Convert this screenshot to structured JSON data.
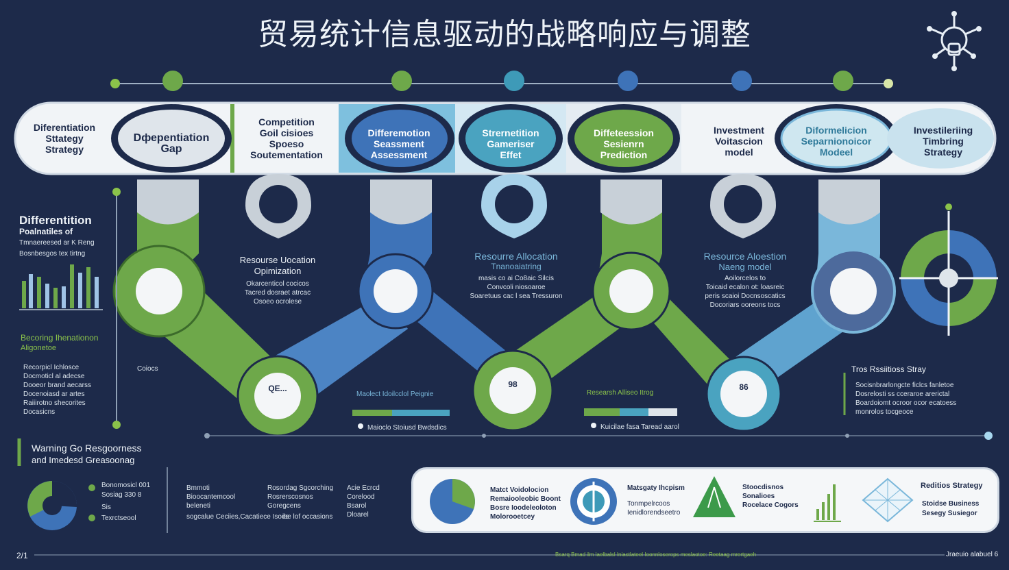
{
  "title": "贸易统计信息驱动的战略响应与调整",
  "band": [
    {
      "text": "Diferentiation\nSttategy\nStrategy",
      "light": false
    },
    {
      "text": "Dферentiation\nGap",
      "light": false
    },
    {
      "text": "Competition\nGoil cisioes\nSpoeso\nSoutementation",
      "light": false
    },
    {
      "text": "Differemotion\nSeassment\nAssessment",
      "light": true
    },
    {
      "text": "Strernetition\nGameriser\nEffet",
      "light": true
    },
    {
      "text": "Diffeteession\nSesienrn\nPrediction",
      "light": true
    },
    {
      "text": "Investment\nVoitascion\nmodel",
      "light": false
    },
    {
      "text": "Diformelicion\nSeparnionoicor\nModeel",
      "light": false
    },
    {
      "text": "Investileriing\nTimbring\nStrategy",
      "light": false
    }
  ],
  "left_panel": {
    "heading": "Differentition",
    "sub1": "Poalnatiles of",
    "sub2": "Tmnaereesed ar K Reng",
    "sub3": "Bosnbesgos tex tirtng",
    "bottom_label": "Becoring Ihenationon",
    "bottom_label2": "Aligonetoe",
    "notes": [
      "Recorpicl Ichlosce",
      "Docmoticl al adecse",
      "Dooeor brand aecarss",
      "Docenoiasd ar artes",
      "Raiiirotno shecorites",
      "Docasicns"
    ],
    "small_label": "Coiocs"
  },
  "mid_labels": {
    "l1_title": "Resourse Uocation\nOpimization",
    "l1_body": "Okarcenticol cocicos\nTacred dosraet atrcac\nOsoeo ocrolese",
    "l2_title": "Resourre Allocation",
    "l2_sub": "Tnanoaiatring",
    "l2_body": "masis co ai Co8aic Silcis\nConvcoli niosoaroe\nSoaretuus cac l sea Tressuron",
    "l3_title": "Resource Aloestion",
    "l3_sub": "Naeng model",
    "l3_body": "Aoilorcelos to\nToicaid ecalon ot: loasreic\nperis scaioi Docnsoscatics\nDocoriars ooreons tocs",
    "l4_title": "Tros Rssiitioss Stray",
    "l4_body": "Socisnbrarlongcte ficlcs fanletoe\nDosrelosti ss cceraroe arerictal\nBoardoiomt ocroor ocor ecatoess\nmonrolos tocgeoce",
    "bar1_title": "Maolect Idoilcclol Peignie",
    "bar1_note": "Maioclo Stoiusd Bwdsdics",
    "bar2_title": "Researsh Alliseo Itrog",
    "bar2_note": "Kuicilae fasa Taread aarol"
  },
  "nodes": {
    "n1": "QE...",
    "n2": "98",
    "n3": "86"
  },
  "bottom_left": {
    "heading1": "Warning Go Resgoorness",
    "heading2": "and Imedesd Greasoonag",
    "legend": [
      "Bonomosicl 001",
      "Sosiag 330 8",
      "Sis",
      "Texrctseool"
    ],
    "col1": [
      "Bmmoti",
      "Bioocantemcool",
      "beleneti",
      "sogcalue Ceciies,Cacatiece Isods"
    ],
    "col2": [
      "Rosordag Sgcorching",
      "Rosrerscosnos",
      "Goregcens",
      "ise lof occasions"
    ],
    "col3": [
      "Acie Ecrcd",
      "Corelood",
      "Bsarol",
      "Dloarel"
    ]
  },
  "bottom_card": {
    "t1": "Matct Voidolocion\nRemaiooleobic Boont\nBosre Ioodeleoloton\nMolorooetcey",
    "t2": "Matsgaty Ihcpism",
    "t2b": "Tonmpelrcoos\nIenidlorendseetro",
    "t3": "Stoocdisnos\nSonalioes\nRocelace Cogors",
    "t4": "Reditios Strategy",
    "t4b": "Stoidse Business\nSesegy Susiegor"
  },
  "footer": {
    "left": "2/1",
    "mid": "Bsarq Bmad ilm laelbalsl Iniastlateel Ioonnloserops meslaotoe: Reetaag mrertgaeh",
    "right": "Jraeuio alabuel 6"
  },
  "colors": {
    "bg": "#1d2a4a",
    "green": "#6ea84a",
    "blue": "#3e73b8",
    "lightblue": "#7ab7da",
    "teal": "#4aa3c0"
  }
}
